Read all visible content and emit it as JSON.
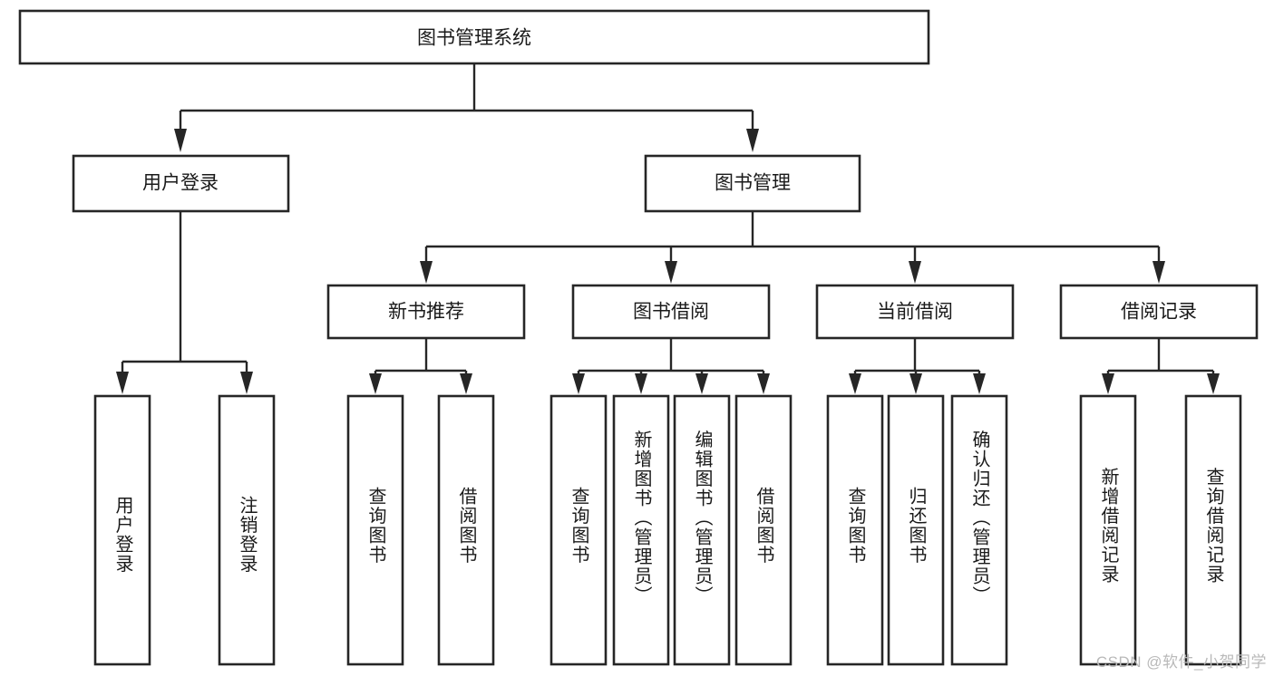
{
  "diagram": {
    "type": "tree",
    "title": "图书管理系统",
    "orientation": "top-down",
    "colors": {
      "node_fill": "#ffffff",
      "node_stroke": "#262626",
      "connector": "#262626",
      "background": "#ffffff",
      "watermark": "#b9b9b9"
    },
    "root": {
      "id": "root",
      "label": "图书管理系统",
      "level": 0
    },
    "level1": [
      {
        "id": "user-login",
        "label": "用户登录",
        "level": 1
      },
      {
        "id": "book-manage",
        "label": "图书管理",
        "level": 1
      }
    ],
    "level2": [
      {
        "id": "new-book-recommend",
        "label": "新书推荐",
        "level": 2,
        "parent": "book-manage"
      },
      {
        "id": "book-borrow",
        "label": "图书借阅",
        "level": 2,
        "parent": "book-manage"
      },
      {
        "id": "current-borrow",
        "label": "当前借阅",
        "level": 2,
        "parent": "book-manage"
      },
      {
        "id": "borrow-record",
        "label": "借阅记录",
        "level": 2,
        "parent": "book-manage"
      }
    ],
    "leaves": [
      {
        "id": "leaf-user-login",
        "label": "用户登录",
        "parent": "user-login"
      },
      {
        "id": "leaf-logout-login",
        "label": "注销登录",
        "parent": "user-login"
      },
      {
        "id": "leaf-query-book-1",
        "label": "查询图书",
        "parent": "new-book-recommend"
      },
      {
        "id": "leaf-borrow-book-1",
        "label": "借阅图书",
        "parent": "new-book-recommend"
      },
      {
        "id": "leaf-query-book-2",
        "label": "查询图书",
        "parent": "book-borrow"
      },
      {
        "id": "leaf-add-book",
        "label": "新增图书（管理员）",
        "parent": "book-borrow"
      },
      {
        "id": "leaf-edit-book",
        "label": "编辑图书（管理员）",
        "parent": "book-borrow"
      },
      {
        "id": "leaf-borrow-book-2",
        "label": "借阅图书",
        "parent": "book-borrow"
      },
      {
        "id": "leaf-query-book-3",
        "label": "查询图书",
        "parent": "current-borrow"
      },
      {
        "id": "leaf-return-book",
        "label": "归还图书",
        "parent": "current-borrow"
      },
      {
        "id": "leaf-confirm-return",
        "label": "确认归还（管理员）",
        "parent": "current-borrow"
      },
      {
        "id": "leaf-add-record",
        "label": "新增借阅记录",
        "parent": "borrow-record"
      },
      {
        "id": "leaf-query-record",
        "label": "查询借阅记录",
        "parent": "borrow-record"
      }
    ]
  },
  "watermark": {
    "text": "CSDN @软件_小贺同学"
  }
}
